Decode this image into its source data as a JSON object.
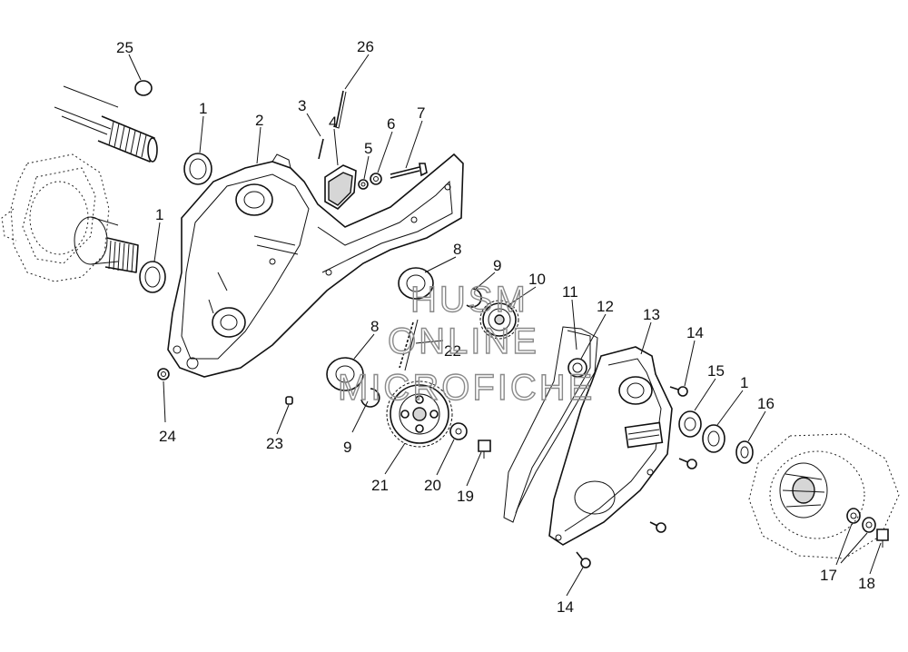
{
  "callouts": {
    "c25": "25",
    "c26": "26",
    "c1a": "1",
    "c2": "2",
    "c3": "3",
    "c4": "4",
    "c5": "5",
    "c6": "6",
    "c7": "7",
    "c1b": "1",
    "c8a": "8",
    "c9a": "9",
    "c10": "10",
    "c11": "11",
    "c12": "12",
    "c13": "13",
    "c14a": "14",
    "c15": "15",
    "c1c": "1",
    "c16": "16",
    "c22": "22",
    "c8b": "8",
    "c24": "24",
    "c23": "23",
    "c9b": "9",
    "c21": "21",
    "c20": "20",
    "c19": "19",
    "c17": "17",
    "c18": "18",
    "c14b": "14"
  },
  "watermark": {
    "line1": "HUSM",
    "line2": "ONLINE",
    "line3": "MICROFICHE"
  }
}
